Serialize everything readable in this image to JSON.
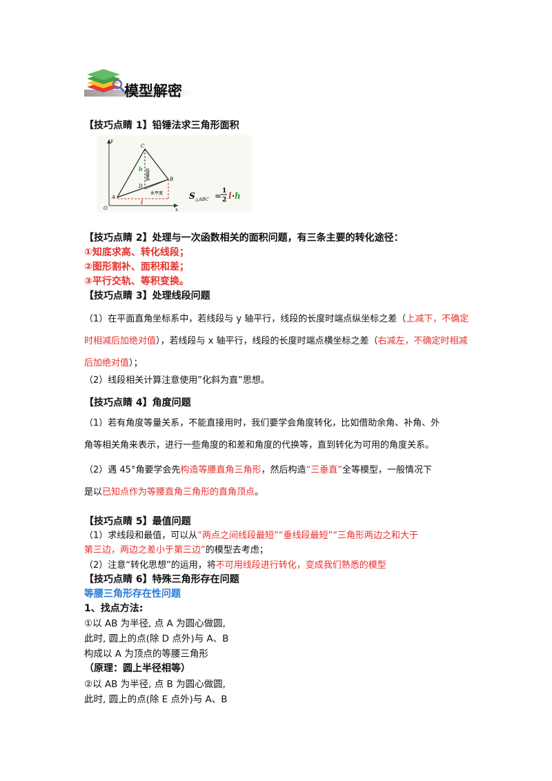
{
  "header": {
    "title": "模型解密"
  },
  "tip1": {
    "heading": "【技巧点睛 1】铅锤法求三角形面积",
    "figure": {
      "labels": {
        "y": "y",
        "x": "x",
        "O": "O",
        "A": "A",
        "B": "B",
        "C": "C",
        "D": "D",
        "h": "h",
        "l": "l",
        "vertical": "铅垂高",
        "horizontal": "水平宽"
      },
      "formula": {
        "S": "S",
        "sub": "△ABC",
        "eq": "=",
        "num": "1",
        "den": "2",
        "l": "l",
        "dot": "·",
        "h": "h"
      }
    }
  },
  "tip2": {
    "heading": "【技巧点睛 2】处理与一次函数相关的面积问题，有三条主要的转化途径：",
    "items": [
      "①知底求高、转化线段；",
      "②图形割补、面积和差；",
      "③平行交轨、等积变换。"
    ]
  },
  "tip3": {
    "heading": "【技巧点睛 3】处理线段问题",
    "p1": {
      "a": "（1）在平面直角坐标系中，若线段与 y 轴平行，线段的长度时端点纵坐标之差（",
      "r1": "上减下，",
      "r2": "不确定时相减后加绝对值",
      "b": "），若线段与 x 轴平行，线段的长度时端点横坐标之差（",
      "r3": "右减左，",
      "r4": "不确定时相减后加绝对值",
      "c": "）；"
    },
    "p2": "（2）线段相关计算注意使用”化斜为直”思想。"
  },
  "tip4": {
    "heading": "【技巧点睛 4】角度问题",
    "p1a": "（1）若有角度等量关系，不能直接用时，我们要学会角度转化，比如借助余角、补角、外",
    "p1b": "角等相关角来表示，进行一些角度的和差和角度的代换等，直到转化为可用的角度关系。",
    "p2": {
      "a": "（2）遇 45°角要学会先",
      "r1": "构造等腰直角三角形",
      "b": "，然后构造",
      "r2": "“三垂直”",
      "c": "全等模型，一般情况下",
      "d": "是以",
      "r3": "已知点作为等腰直角三角形的直角顶点",
      "e": "。"
    }
  },
  "tip5": {
    "heading": "【技巧点睛 5】最值问题",
    "p1": {
      "a": "（1）求线段和最值，可以从",
      "r1": "“两点之间线段最短”“垂线段最短”“三角形两边之和大于",
      "r2": "第三边，两边之差小于第三边”",
      "b": "的模型去考虑；"
    },
    "p2": {
      "a": "（2）注意“转化思想”的运用，将",
      "r1": "不可用线段进行转化，变成我们熟悉的模型"
    }
  },
  "tip6": {
    "heading": "【技巧点睛 6】特殊三角形存在问题",
    "subheading": "等腰三角形存在性问题",
    "method": "1、找点方法:",
    "lines": [
      "①以  AB  为半径,  点  A  为圆心做圆,",
      "此时, 圆上的点(除  D  点外)与  A、B",
      "构成以  A  为顶点的等腰三角形",
      "（原理：圆上半径相等）",
      "②以  AB  为半径,  点  B  为圆心做圆,",
      "此时, 圆上的点(除  E  点外)与  A、B"
    ]
  }
}
